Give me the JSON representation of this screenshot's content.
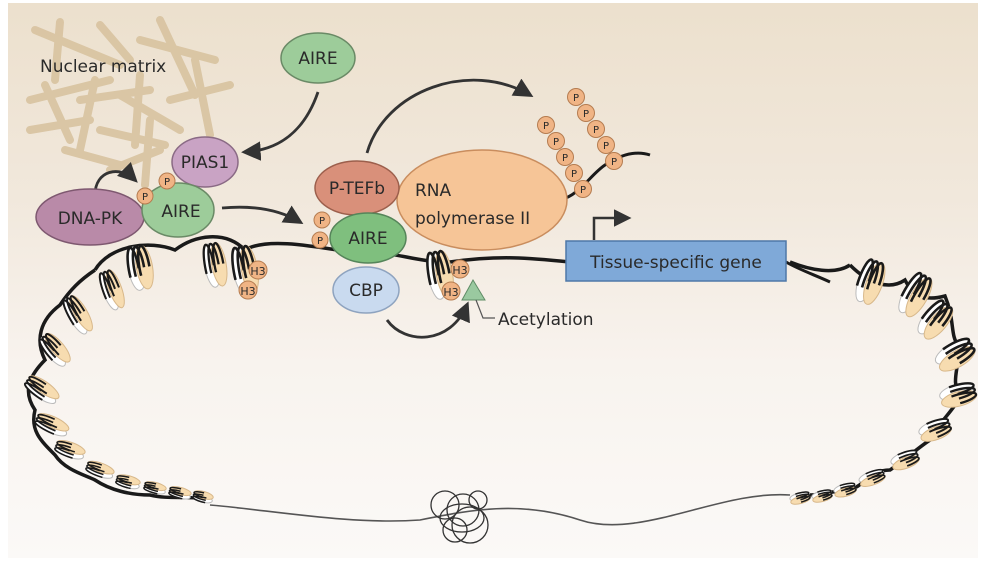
{
  "diagram": {
    "nuclear_matrix_label": "Nuclear matrix",
    "proteins": {
      "aire_free": "AIRE",
      "pias1": "PIAS1",
      "dna_pk": "DNA-PK",
      "aire_bound": "AIRE",
      "p_tefb": "P-TEFb",
      "rna_pol_line1": "RNA",
      "rna_pol_line2": "polymerase II",
      "aire_complex": "AIRE",
      "cbp": "CBP"
    },
    "phospho_label": "P",
    "histone_label": "H3",
    "gene_label": "Tissue-specific gene",
    "acetylation_label": "Acetylation",
    "colors": {
      "aire": "#9dcc9a",
      "pias1": "#c9a3c4",
      "dna_pk": "#b98aa8",
      "p_tefb": "#d9907a",
      "rna_pol": "#f6c597",
      "cbp": "#c9daef",
      "phospho": "#f0b485",
      "gene_box": "#7fa9d8",
      "nucleosome_core": "#f7dcb0",
      "matrix": "#d8c3a0",
      "acetyl_triangle": "#9ac9a0"
    }
  }
}
